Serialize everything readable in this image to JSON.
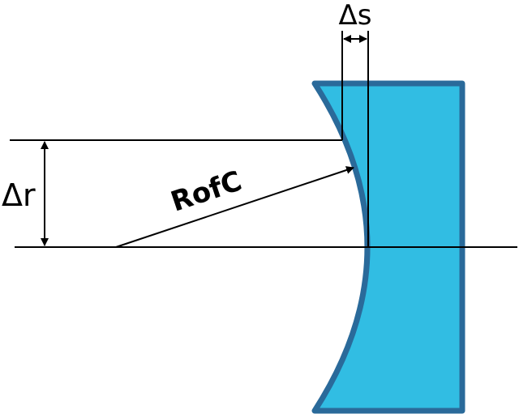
{
  "labels": {
    "delta_s": "Δs",
    "delta_r": "Δr",
    "radius": "RofC"
  },
  "colors": {
    "lens_fill": "#31BDE3",
    "lens_stroke": "#2A6A9A",
    "lines": "#000000"
  }
}
